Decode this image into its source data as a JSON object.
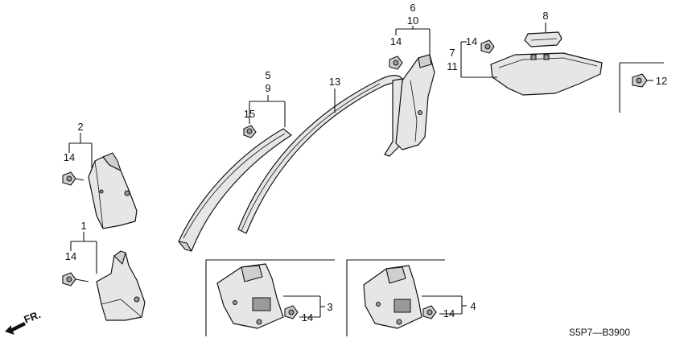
{
  "callouts": {
    "c1": "1",
    "c2": "2",
    "c3": "3",
    "c4": "4",
    "c5": "5",
    "c9": "9",
    "c6": "6",
    "c10": "10",
    "c7": "7",
    "c11": "11",
    "c8": "8",
    "c12": "12",
    "c13": "13",
    "c15": "15",
    "c14_a": "14",
    "c14_b": "14",
    "c14_c": "14",
    "c14_d": "14",
    "c14_e": "14",
    "c14_f": "14"
  },
  "direction": {
    "label": "FR."
  },
  "diagram_code": "S5P7—B3900"
}
